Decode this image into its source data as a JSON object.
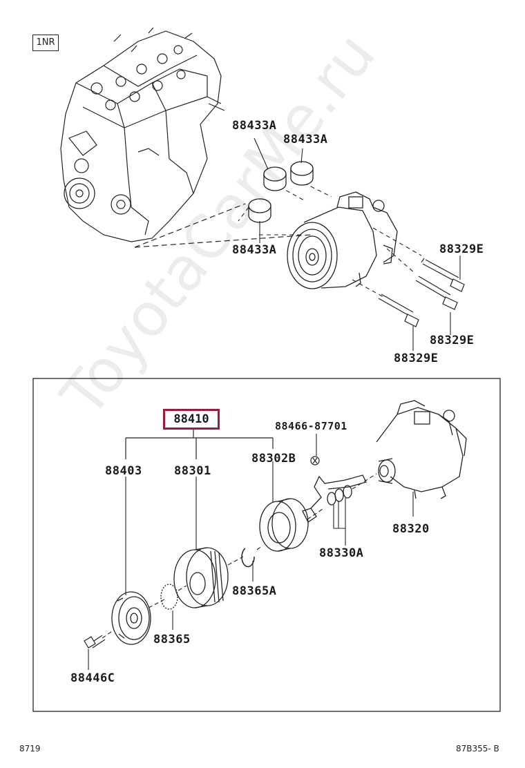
{
  "engine_code": "1NR",
  "labels": {
    "bushing_1": "88433A",
    "bushing_2": "88433A",
    "bushing_3": "88433A",
    "bolt_1": "88329E",
    "bolt_2": "88329E",
    "bolt_3": "88329E",
    "assembly": "88410",
    "hub": "88403",
    "pulley": "88301",
    "coil": "88302B",
    "screw_part": "88466-87701",
    "compressor": "88320",
    "shims": "88330A",
    "snap_ring": "88365A",
    "spacer": "88365",
    "bolt_small": "88446C"
  },
  "footer": {
    "left": "8719",
    "right": "87B355- B"
  },
  "watermark": "ToyotaCarMe.ru"
}
